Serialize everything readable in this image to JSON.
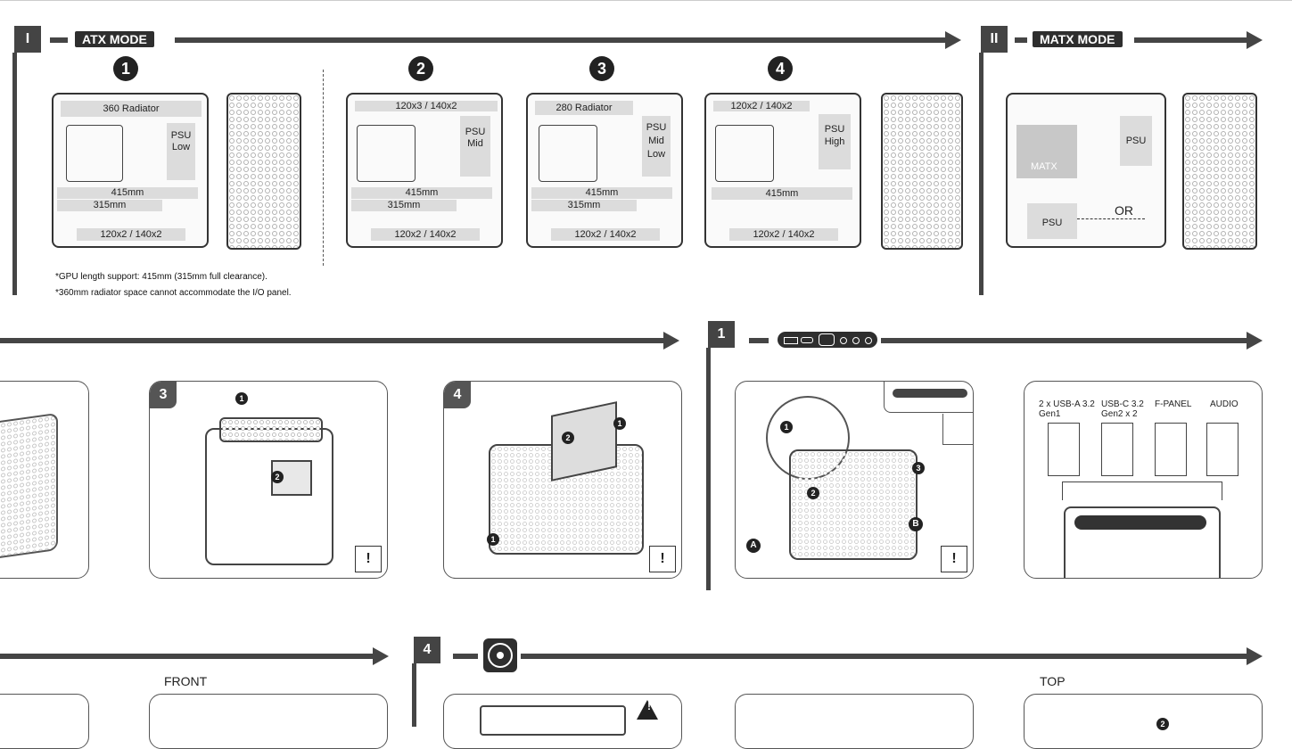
{
  "section1": {
    "numeral": "I",
    "mode": "ATX MODE"
  },
  "section2": {
    "numeral": "II",
    "mode": "MATX MODE"
  },
  "steps": [
    "1",
    "2",
    "3",
    "4"
  ],
  "configs": [
    {
      "top": "360 Radiator",
      "psu": [
        "PSU",
        "Low"
      ],
      "gpu_long": "415mm",
      "gpu_short": "315mm",
      "bottom": "120x2 / 140x2"
    },
    {
      "top": "120x3 / 140x2",
      "psu": [
        "PSU",
        "Mid"
      ],
      "gpu_long": "415mm",
      "gpu_short": "315mm",
      "bottom": "120x2 / 140x2"
    },
    {
      "top": "280 Radiator",
      "psu": [
        "PSU",
        "Mid",
        "Low"
      ],
      "gpu_long": "415mm",
      "gpu_short": "315mm",
      "bottom": "120x2 / 140x2"
    },
    {
      "top": "120x2 / 140x2",
      "psu": [
        "PSU",
        "High"
      ],
      "gpu_long": "415mm",
      "bottom": "120x2 / 140x2"
    }
  ],
  "matx": {
    "board": "MATX",
    "psu_top": "PSU",
    "psu_bottom": "PSU",
    "or": "OR"
  },
  "notes": [
    "*GPU length support: 415mm (315mm full clearance).",
    "*360mm radiator space cannot accommodate the I/O panel."
  ],
  "panels": {
    "p3": "3",
    "p4": "4",
    "io_section": "1",
    "fan_section": "4"
  },
  "callouts": {
    "a": "A",
    "b": "B",
    "one": "1",
    "two": "2",
    "three": "3"
  },
  "connectors": [
    {
      "line1": "2 x USB-A 3.2",
      "line2": "Gen1"
    },
    {
      "line1": "USB-C 3.2",
      "line2": "Gen2 x 2"
    },
    {
      "line1": "F-PANEL",
      "line2": ""
    },
    {
      "line1": "AUDIO",
      "line2": ""
    }
  ],
  "labels": {
    "front": "FRONT",
    "top": "TOP"
  },
  "tool_glyph": "!",
  "warning_glyph": "!"
}
